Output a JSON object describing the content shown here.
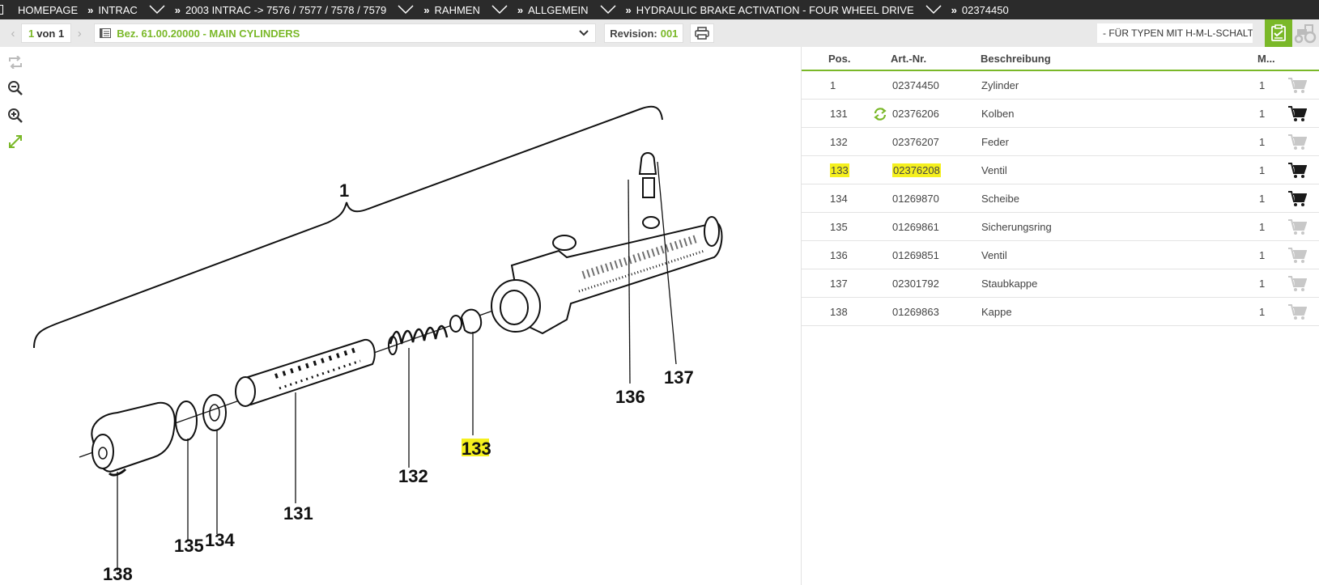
{
  "breadcrumb": [
    {
      "label": "HOMEPAGE",
      "has_menu": false
    },
    {
      "label": "INTRAC",
      "has_menu": true
    },
    {
      "label": "2003 INTRAC -> 7576 / 7577 / 7578 / 7579",
      "has_menu": true
    },
    {
      "label": "RAHMEN",
      "has_menu": true
    },
    {
      "label": "ALLGEMEIN",
      "has_menu": true
    },
    {
      "label": "HYDRAULIC BRAKE ACTIVATION - FOUR WHEEL DRIVE",
      "has_menu": true
    },
    {
      "label": "02374450",
      "has_menu": false
    }
  ],
  "breadcrumb_sep": "»",
  "toolbar": {
    "page_current": "1",
    "page_of": "von 1",
    "document": "Bez. 61.00.20000 - MAIN CYLINDERS",
    "revision_label": "Revision:",
    "revision_value": "001",
    "type_filter": "- FÜR TYPEN MIT H-M-L-SCHALT..."
  },
  "viewer_tools": [
    "rotate-icon",
    "zoom-out-icon",
    "zoom-in-icon",
    "fullscreen-icon"
  ],
  "drawing": {
    "callouts": {
      "c1": "1",
      "c131": "131",
      "c132": "132",
      "c133": "133",
      "c134": "134",
      "c135": "135",
      "c136": "136",
      "c137": "137",
      "c138": "138"
    },
    "highlight_color": "#f5f01e"
  },
  "table": {
    "headers": {
      "pos": "Pos.",
      "art": "Art.-Nr.",
      "desc": "Beschreibung",
      "qty": "M..."
    },
    "rows": [
      {
        "pos": "1",
        "art": "02374450",
        "desc": "Zylinder",
        "qty": "1",
        "cart_active": false,
        "replacement": false,
        "highlight": false
      },
      {
        "pos": "131",
        "art": "02376206",
        "desc": "Kolben",
        "qty": "1",
        "cart_active": true,
        "replacement": true,
        "highlight": false
      },
      {
        "pos": "132",
        "art": "02376207",
        "desc": "Feder",
        "qty": "1",
        "cart_active": false,
        "replacement": false,
        "highlight": false
      },
      {
        "pos": "133",
        "art": "02376208",
        "desc": "Ventil",
        "qty": "1",
        "cart_active": true,
        "replacement": false,
        "highlight": true
      },
      {
        "pos": "134",
        "art": "01269870",
        "desc": "Scheibe",
        "qty": "1",
        "cart_active": true,
        "replacement": false,
        "highlight": false
      },
      {
        "pos": "135",
        "art": "01269861",
        "desc": "Sicherungsring",
        "qty": "1",
        "cart_active": false,
        "replacement": false,
        "highlight": false
      },
      {
        "pos": "136",
        "art": "01269851",
        "desc": "Ventil",
        "qty": "1",
        "cart_active": false,
        "replacement": false,
        "highlight": false
      },
      {
        "pos": "137",
        "art": "02301792",
        "desc": "Staubkappe",
        "qty": "1",
        "cart_active": false,
        "replacement": false,
        "highlight": false
      },
      {
        "pos": "138",
        "art": "01269863",
        "desc": "Kappe",
        "qty": "1",
        "cart_active": false,
        "replacement": false,
        "highlight": false
      }
    ]
  },
  "colors": {
    "accent": "#7ab828",
    "breadcrumb_bg": "#2b2b2b",
    "toolbar_bg": "#e9e9e9",
    "cart_active": "#1a1a1a",
    "cart_inactive": "#c8c8c8"
  }
}
